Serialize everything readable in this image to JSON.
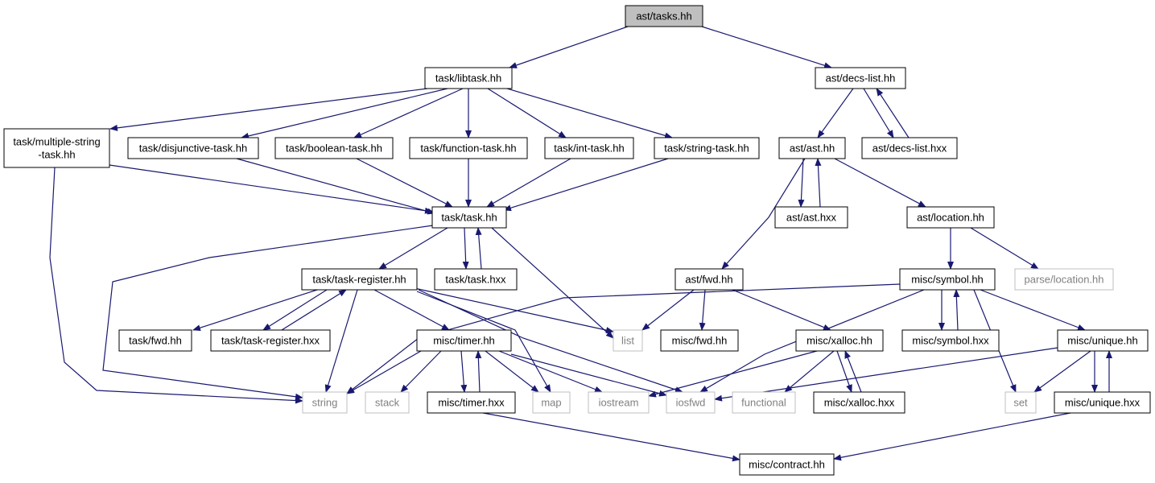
{
  "colors": {
    "edge": "#191970",
    "box_border": "#000000",
    "external_border": "#bfbfbf",
    "external_text": "#808080",
    "root_fill": "#bfbfbf",
    "node_fill": "#ffffff",
    "text": "#000000"
  },
  "nodes": [
    {
      "id": "tasks",
      "lines": [
        "ast/tasks.hh"
      ],
      "kind": "root"
    },
    {
      "id": "libtask",
      "lines": [
        "task/libtask.hh"
      ],
      "kind": "file"
    },
    {
      "id": "decslist",
      "lines": [
        "ast/decs-list.hh"
      ],
      "kind": "file"
    },
    {
      "id": "multstr",
      "lines": [
        "task/multiple-string",
        "-task.hh"
      ],
      "kind": "file"
    },
    {
      "id": "disj",
      "lines": [
        "task/disjunctive-task.hh"
      ],
      "kind": "file"
    },
    {
      "id": "booltask",
      "lines": [
        "task/boolean-task.hh"
      ],
      "kind": "file"
    },
    {
      "id": "functask",
      "lines": [
        "task/function-task.hh"
      ],
      "kind": "file"
    },
    {
      "id": "inttask",
      "lines": [
        "task/int-task.hh"
      ],
      "kind": "file"
    },
    {
      "id": "strtask",
      "lines": [
        "task/string-task.hh"
      ],
      "kind": "file"
    },
    {
      "id": "astast",
      "lines": [
        "ast/ast.hh"
      ],
      "kind": "file"
    },
    {
      "id": "decshxx",
      "lines": [
        "ast/decs-list.hxx"
      ],
      "kind": "file"
    },
    {
      "id": "task",
      "lines": [
        "task/task.hh"
      ],
      "kind": "file"
    },
    {
      "id": "asthxx",
      "lines": [
        "ast/ast.hxx"
      ],
      "kind": "file"
    },
    {
      "id": "location",
      "lines": [
        "ast/location.hh"
      ],
      "kind": "file"
    },
    {
      "id": "taskreg",
      "lines": [
        "task/task-register.hh"
      ],
      "kind": "file"
    },
    {
      "id": "taskhxx",
      "lines": [
        "task/task.hxx"
      ],
      "kind": "file"
    },
    {
      "id": "astfwd",
      "lines": [
        "ast/fwd.hh"
      ],
      "kind": "file"
    },
    {
      "id": "symbol",
      "lines": [
        "misc/symbol.hh"
      ],
      "kind": "file"
    },
    {
      "id": "parseloc",
      "lines": [
        "parse/location.hh"
      ],
      "kind": "external"
    },
    {
      "id": "taskfwd",
      "lines": [
        "task/fwd.hh"
      ],
      "kind": "file"
    },
    {
      "id": "taskreghxx",
      "lines": [
        "task/task-register.hxx"
      ],
      "kind": "file"
    },
    {
      "id": "timer",
      "lines": [
        "misc/timer.hh"
      ],
      "kind": "file"
    },
    {
      "id": "list",
      "lines": [
        "list"
      ],
      "kind": "external"
    },
    {
      "id": "miscfwd",
      "lines": [
        "misc/fwd.hh"
      ],
      "kind": "file"
    },
    {
      "id": "xalloc",
      "lines": [
        "misc/xalloc.hh"
      ],
      "kind": "file"
    },
    {
      "id": "symhxx",
      "lines": [
        "misc/symbol.hxx"
      ],
      "kind": "file"
    },
    {
      "id": "unique",
      "lines": [
        "misc/unique.hh"
      ],
      "kind": "file"
    },
    {
      "id": "string",
      "lines": [
        "string"
      ],
      "kind": "external"
    },
    {
      "id": "stack",
      "lines": [
        "stack"
      ],
      "kind": "external"
    },
    {
      "id": "timerhxx",
      "lines": [
        "misc/timer.hxx"
      ],
      "kind": "file"
    },
    {
      "id": "map",
      "lines": [
        "map"
      ],
      "kind": "external"
    },
    {
      "id": "iostream",
      "lines": [
        "iostream"
      ],
      "kind": "external"
    },
    {
      "id": "iosfwd",
      "lines": [
        "iosfwd"
      ],
      "kind": "external"
    },
    {
      "id": "functional",
      "lines": [
        "functional"
      ],
      "kind": "external"
    },
    {
      "id": "xallochxx",
      "lines": [
        "misc/xalloc.hxx"
      ],
      "kind": "file"
    },
    {
      "id": "set",
      "lines": [
        "set"
      ],
      "kind": "external"
    },
    {
      "id": "uniquehxx",
      "lines": [
        "misc/unique.hxx"
      ],
      "kind": "file"
    },
    {
      "id": "contract",
      "lines": [
        "misc/contract.hh"
      ],
      "kind": "file"
    }
  ]
}
